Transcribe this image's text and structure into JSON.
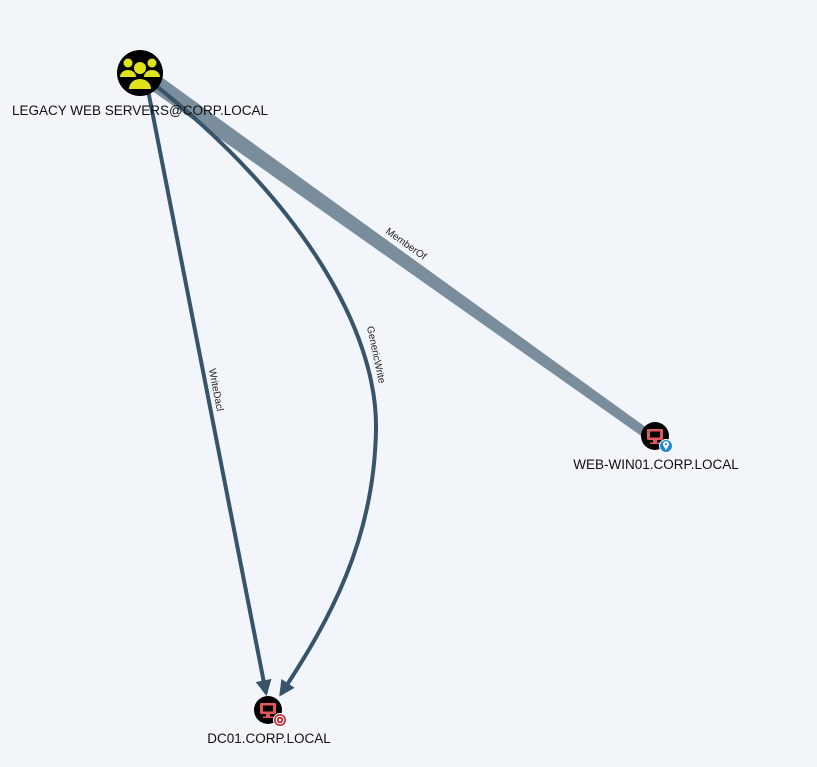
{
  "nodes": {
    "group": {
      "label": "LEGACY WEB SERVERS@CORP.LOCAL",
      "type": "Group",
      "icon": "users-icon",
      "color": "#000000",
      "icon_color": "#dfe31e"
    },
    "dc": {
      "label": "DC01.CORP.LOCAL",
      "type": "Computer",
      "icon": "monitor-icon",
      "badge": "target-icon",
      "color": "#000000",
      "icon_color": "#e0585e"
    },
    "web": {
      "label": "WEB-WIN01.CORP.LOCAL",
      "type": "Computer",
      "icon": "monitor-icon",
      "badge": "location-pin-icon",
      "color": "#000000",
      "icon_color": "#e0585e"
    }
  },
  "edges": [
    {
      "from": "group",
      "to": "dc",
      "label": "WriteDacl",
      "color": "#37546a"
    },
    {
      "from": "group",
      "to": "dc",
      "label": "GenericWrite",
      "color": "#37546a"
    },
    {
      "from": "group",
      "to": "web",
      "label": "MemberOf",
      "color": "#7a8d9c"
    }
  ]
}
